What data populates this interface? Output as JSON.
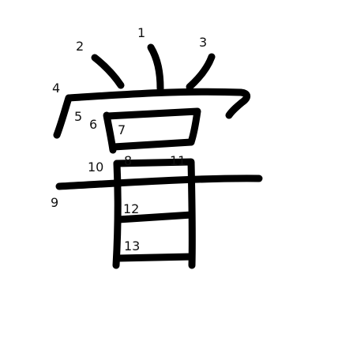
{
  "character": "嘗",
  "stroke_color": "#000000",
  "background_color": "#ffffff",
  "stroke_numbers": [
    "1",
    "2",
    "3",
    "4",
    "5",
    "6",
    "7",
    "8",
    "9",
    "10",
    "11",
    "12",
    "13"
  ]
}
